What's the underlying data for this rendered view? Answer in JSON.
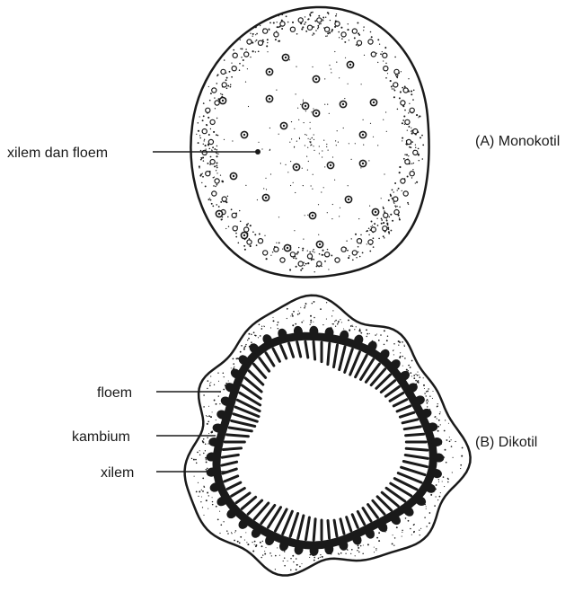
{
  "monocot": {
    "caption": "(A) Monokotil",
    "bundle_label": "xilem dan floem"
  },
  "dicot": {
    "caption": "(B) Dikotil",
    "labels": {
      "phloem": "floem",
      "cambium": "kambium",
      "xylem": "xilem"
    }
  },
  "colors": {
    "ink": "#1a1a1a",
    "background": "#ffffff"
  }
}
